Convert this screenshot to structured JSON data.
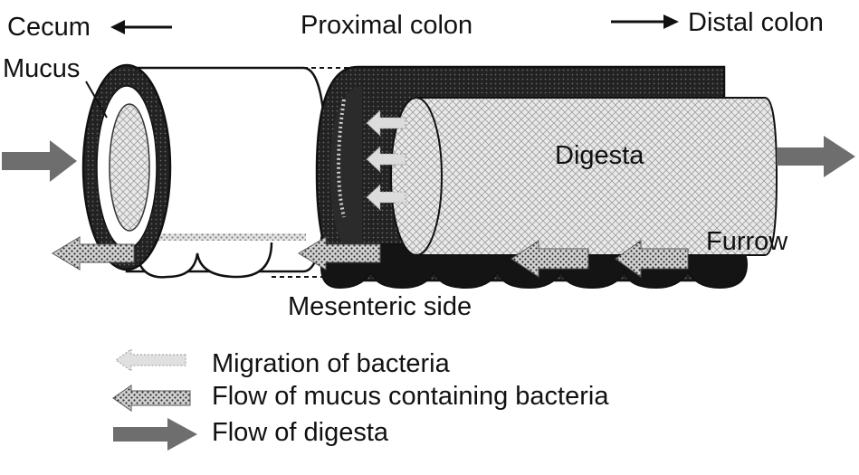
{
  "labels": {
    "cecum": "Cecum",
    "proximal_colon": "Proximal colon",
    "distal_colon": "Distal colon",
    "mucus": "Mucus",
    "digesta": "Digesta",
    "furrow": "Furrow",
    "mesenteric_side": "Mesenteric side"
  },
  "legend": [
    {
      "label": "Migration of bacteria",
      "icon": "dotted-arrow-icon"
    },
    {
      "label": "Flow of mucus containing bacteria",
      "icon": "speckled-arrow-icon"
    },
    {
      "label": "Flow of digesta",
      "icon": "gray-arrow-icon"
    }
  ],
  "colors": {
    "wall_dark": "#1c1c1c",
    "digesta_fill": "#e4e4e4",
    "flow_arrow": "#6e6e6e",
    "mucus_fill": "#bdbdbd"
  }
}
